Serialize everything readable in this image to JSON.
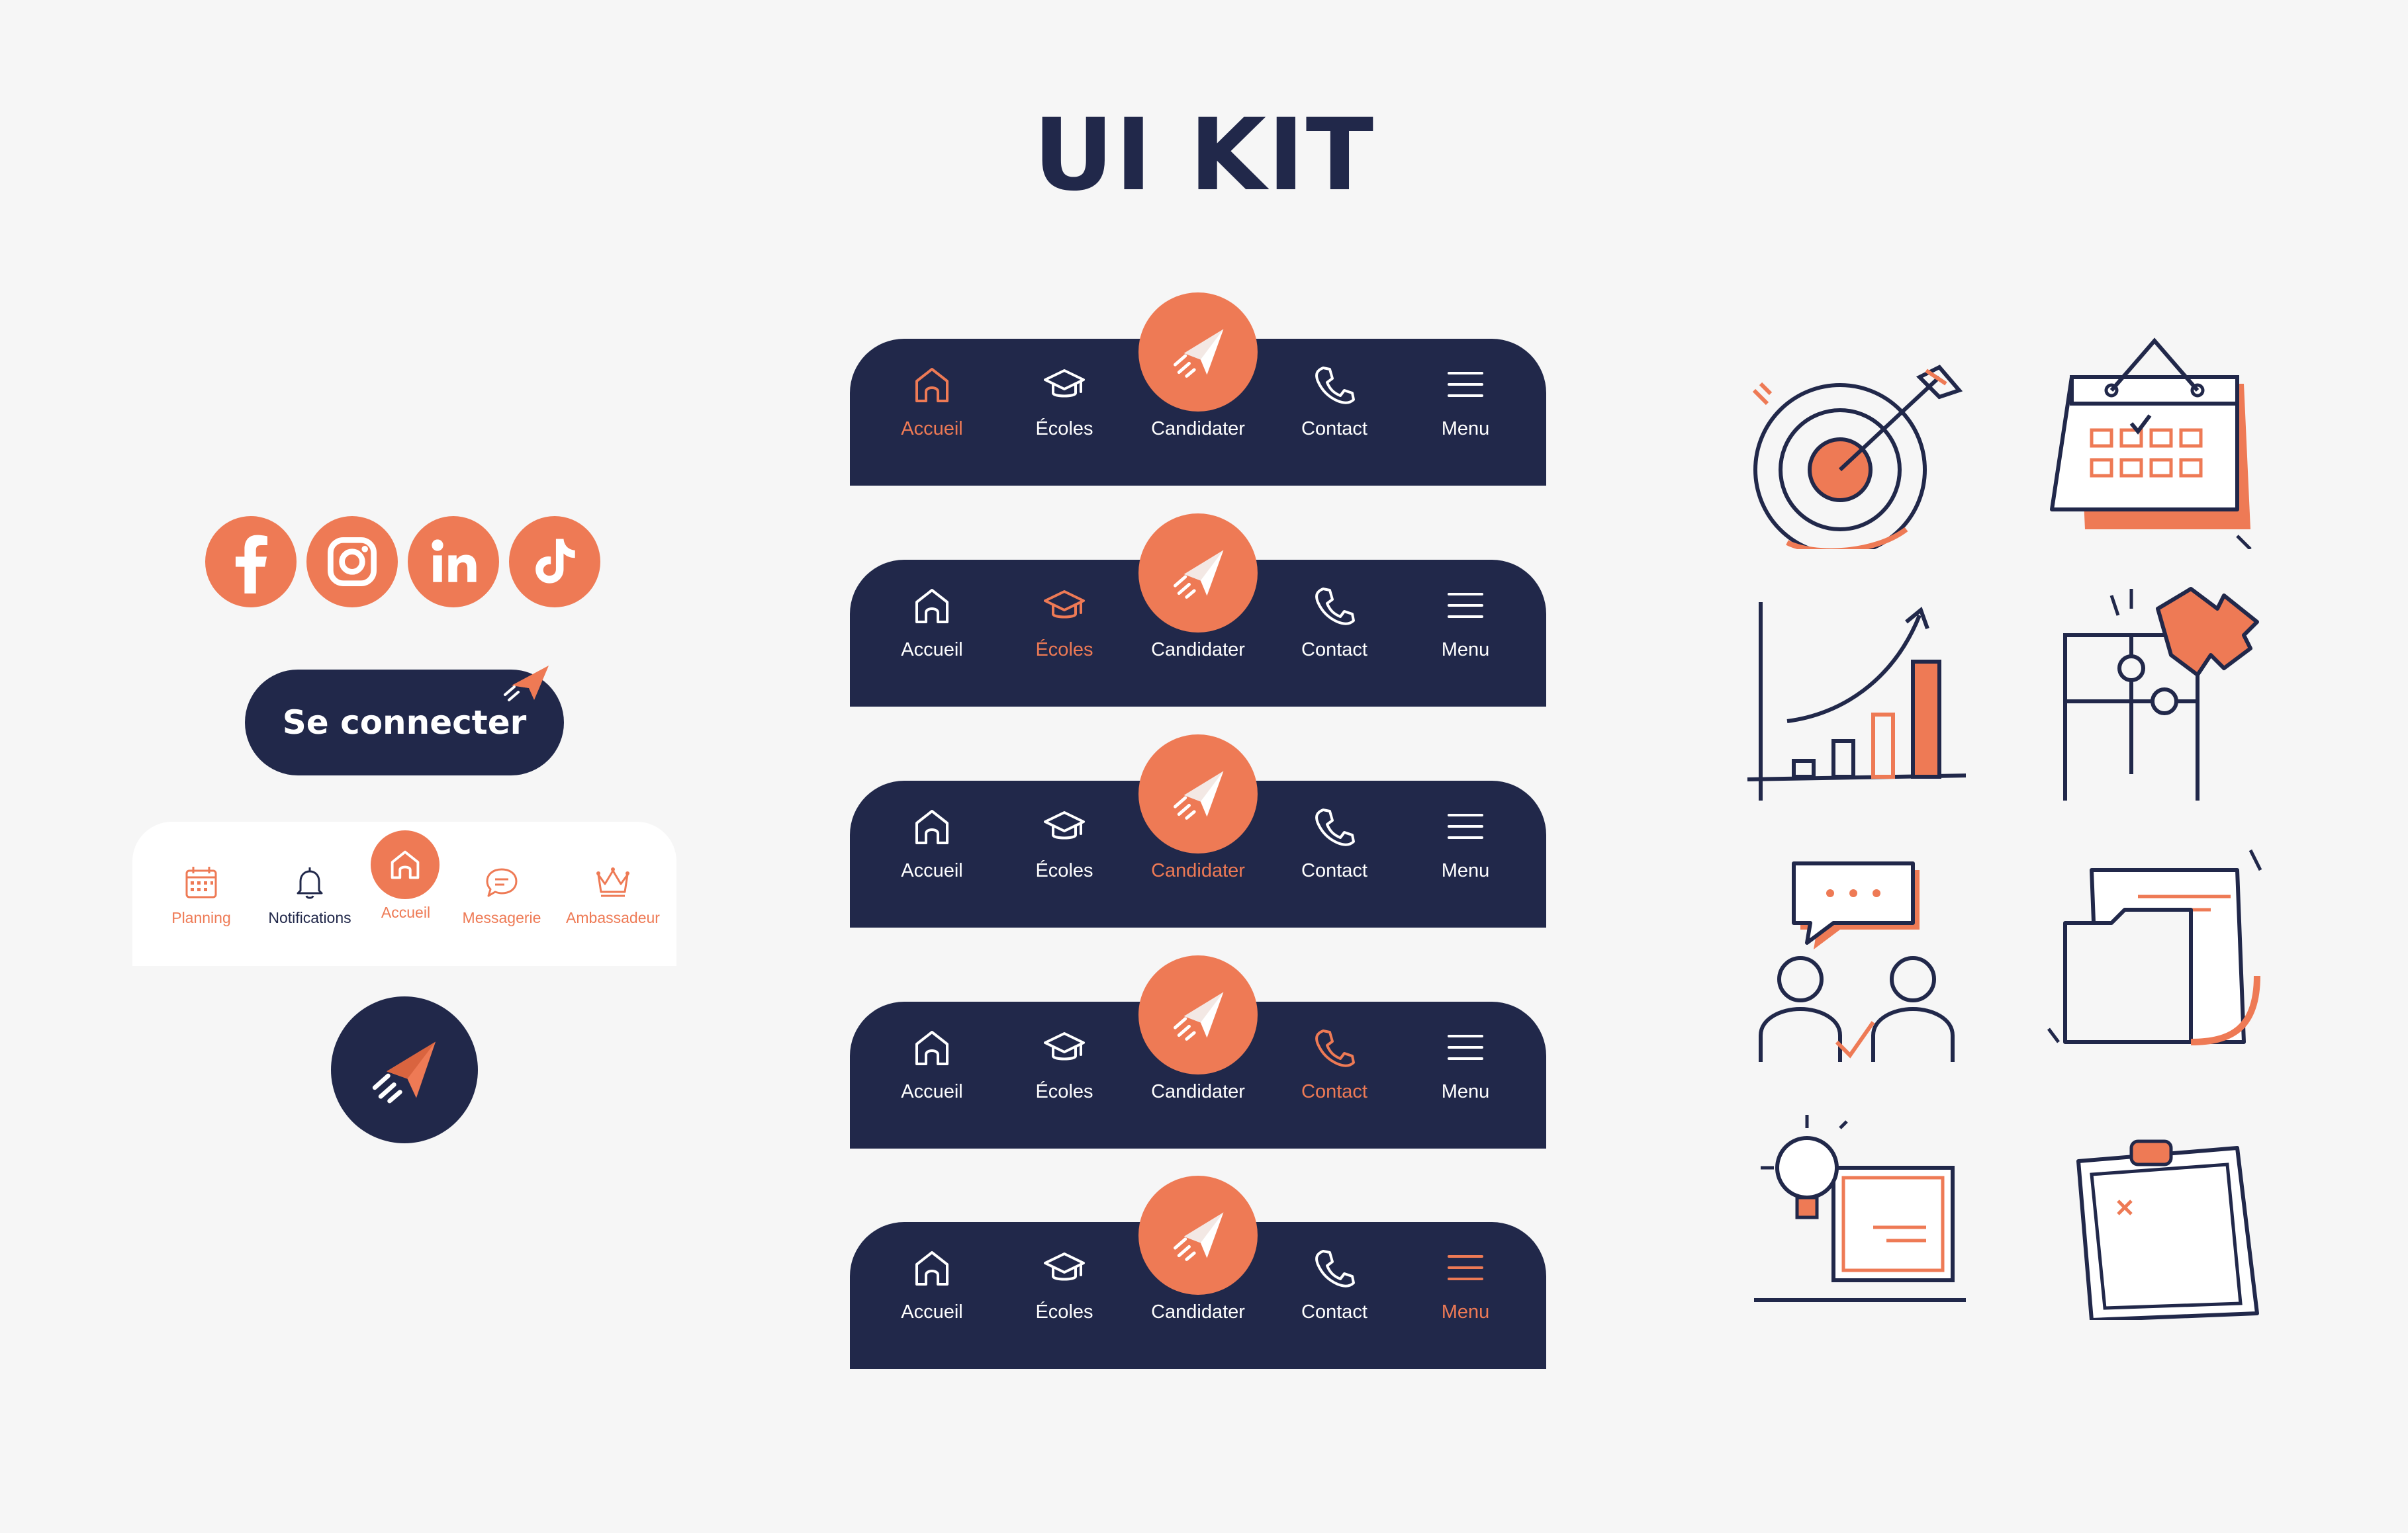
{
  "title": "UI KIT",
  "colors": {
    "navy": "#21284a",
    "orange": "#ee7a55",
    "background": "#f6f6f6",
    "white": "#ffffff"
  },
  "social": [
    {
      "name": "facebook",
      "icon": "facebook-icon"
    },
    {
      "name": "instagram",
      "icon": "instagram-icon"
    },
    {
      "name": "linkedin",
      "icon": "linkedin-icon"
    },
    {
      "name": "tiktok",
      "icon": "tiktok-icon"
    }
  ],
  "login_button": {
    "label": "Se connecter",
    "icon": "paper-plane-icon"
  },
  "mini_nav": {
    "items": [
      {
        "label": "Planning",
        "icon": "calendar-icon"
      },
      {
        "label": "Notifications",
        "icon": "bell-icon"
      },
      {
        "label": "Accueil",
        "icon": "home-icon",
        "active": true
      },
      {
        "label": "Messagerie",
        "icon": "chat-icon"
      },
      {
        "label": "Ambassadeur",
        "icon": "crown-icon"
      }
    ]
  },
  "fab": {
    "icon": "paper-plane-icon"
  },
  "navbars": [
    {
      "active": "Accueil",
      "items": [
        "Accueil",
        "Écoles",
        "Candidater",
        "Contact",
        "Menu"
      ]
    },
    {
      "active": "Écoles",
      "items": [
        "Accueil",
        "Écoles",
        "Candidater",
        "Contact",
        "Menu"
      ]
    },
    {
      "active": "Candidater",
      "items": [
        "Accueil",
        "Écoles",
        "Candidater",
        "Contact",
        "Menu"
      ]
    },
    {
      "active": "Contact",
      "items": [
        "Accueil",
        "Écoles",
        "Candidater",
        "Contact",
        "Menu"
      ]
    },
    {
      "active": "Menu",
      "items": [
        "Accueil",
        "Écoles",
        "Candidater",
        "Contact",
        "Menu"
      ]
    }
  ],
  "navbar_icons": [
    "home-icon",
    "graduation-cap-icon",
    "paper-plane-icon",
    "phone-icon",
    "menu-icon"
  ],
  "illustrations": [
    "target-arrow-icon",
    "calendar-icon",
    "growth-chart-icon",
    "puzzle-icon",
    "discussion-icon",
    "folder-document-icon",
    "idea-laptop-icon",
    "clipboard-icon"
  ]
}
